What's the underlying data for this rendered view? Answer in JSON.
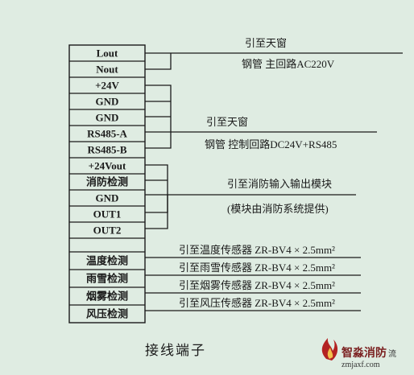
{
  "terminals": [
    "Lout",
    "Nout",
    "+24V",
    "GND",
    "GND",
    "RS485-A",
    "RS485-B",
    "+24Vout",
    "消防检测",
    "GND",
    "OUT1",
    "OUT2",
    "",
    "温度检测",
    "雨雪检测",
    "烟雾检测",
    "风压检测"
  ],
  "annotations": {
    "main_power_top": "引至天窗",
    "main_power_bottom": "钢管 主回路AC220V",
    "control_top": "引至天窗",
    "control_bottom": "钢管 控制回路DC24V+RS485",
    "fire_top": "引至消防输入输出模块",
    "fire_bottom": "(模块由消防系统提供)",
    "sensor_temp": "引至温度传感器 ZR-BV4 × 2.5mm²",
    "sensor_rain": "引至雨雪传感器 ZR-BV4 × 2.5mm²",
    "sensor_smoke": "引至烟雾传感器 ZR-BV4 × 2.5mm²",
    "sensor_wind": "引至风压传感器 ZR-BV4 × 2.5mm²"
  },
  "caption": "接线端子",
  "watermark": {
    "title": "智淼消防",
    "url": "zmjaxf.com",
    "extra": "流"
  }
}
